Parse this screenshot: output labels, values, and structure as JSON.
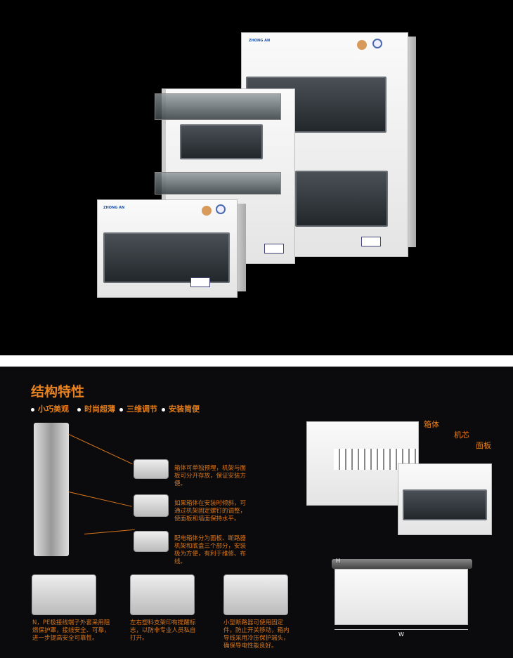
{
  "brand_text": "ZHONG AN",
  "title": "结构特性",
  "features": [
    "小巧美观",
    "时尚超薄",
    "三维调节",
    "安装简便"
  ],
  "detail_texts": [
    "箱体可单独预埋，机架与面板可分开存放，保证安装方便。",
    "如果箱体在安装时倾斜，可通过机架固定螺钉的调整，使面板和墙面保持水平。",
    "配电箱体分为面板、断路器机架和底盒三个部分，安装极为方便，有利于维修、布线。"
  ],
  "bottom_texts": [
    "N，PE极接线端子外套采用阻燃保护罩，接线安全、可靠，进一步提高安全可靠性。",
    "左右塑料支架印有提醒标志，以防非专业人员私自打开。",
    "小型断路器可使用固定件，防止开关移动，箱内导线采用冷压保护端头，确保导电性能良好。"
  ],
  "callouts": {
    "box": "箱体",
    "core": "机芯",
    "panel": "面板"
  },
  "dimensions": {
    "height": "H",
    "width": "W"
  }
}
